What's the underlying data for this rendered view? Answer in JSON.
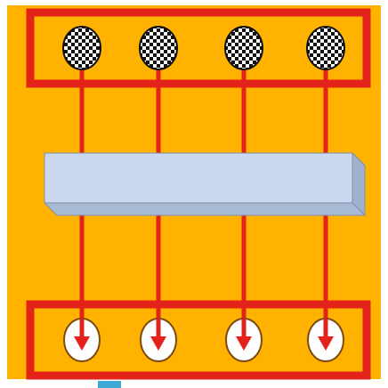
{
  "diagram": {
    "panel_color": "#FFB300",
    "outline_color": "#E32219",
    "arrow_color": "#E32219",
    "bar_color": "#C9D8EE",
    "bar_top_color": "#E3ECF8",
    "bar_side_color": "#9FB2CF",
    "source_row": {
      "count": 4,
      "icon": "checkered-ball-icon"
    },
    "target_row": {
      "count": 4,
      "icon": "white-ball-icon"
    },
    "arrow_count": 4,
    "arrow_direction": "down",
    "barrier": {
      "shape": "3d-rectangular-bar"
    },
    "corner_accent_color": "#3FA9D6"
  }
}
